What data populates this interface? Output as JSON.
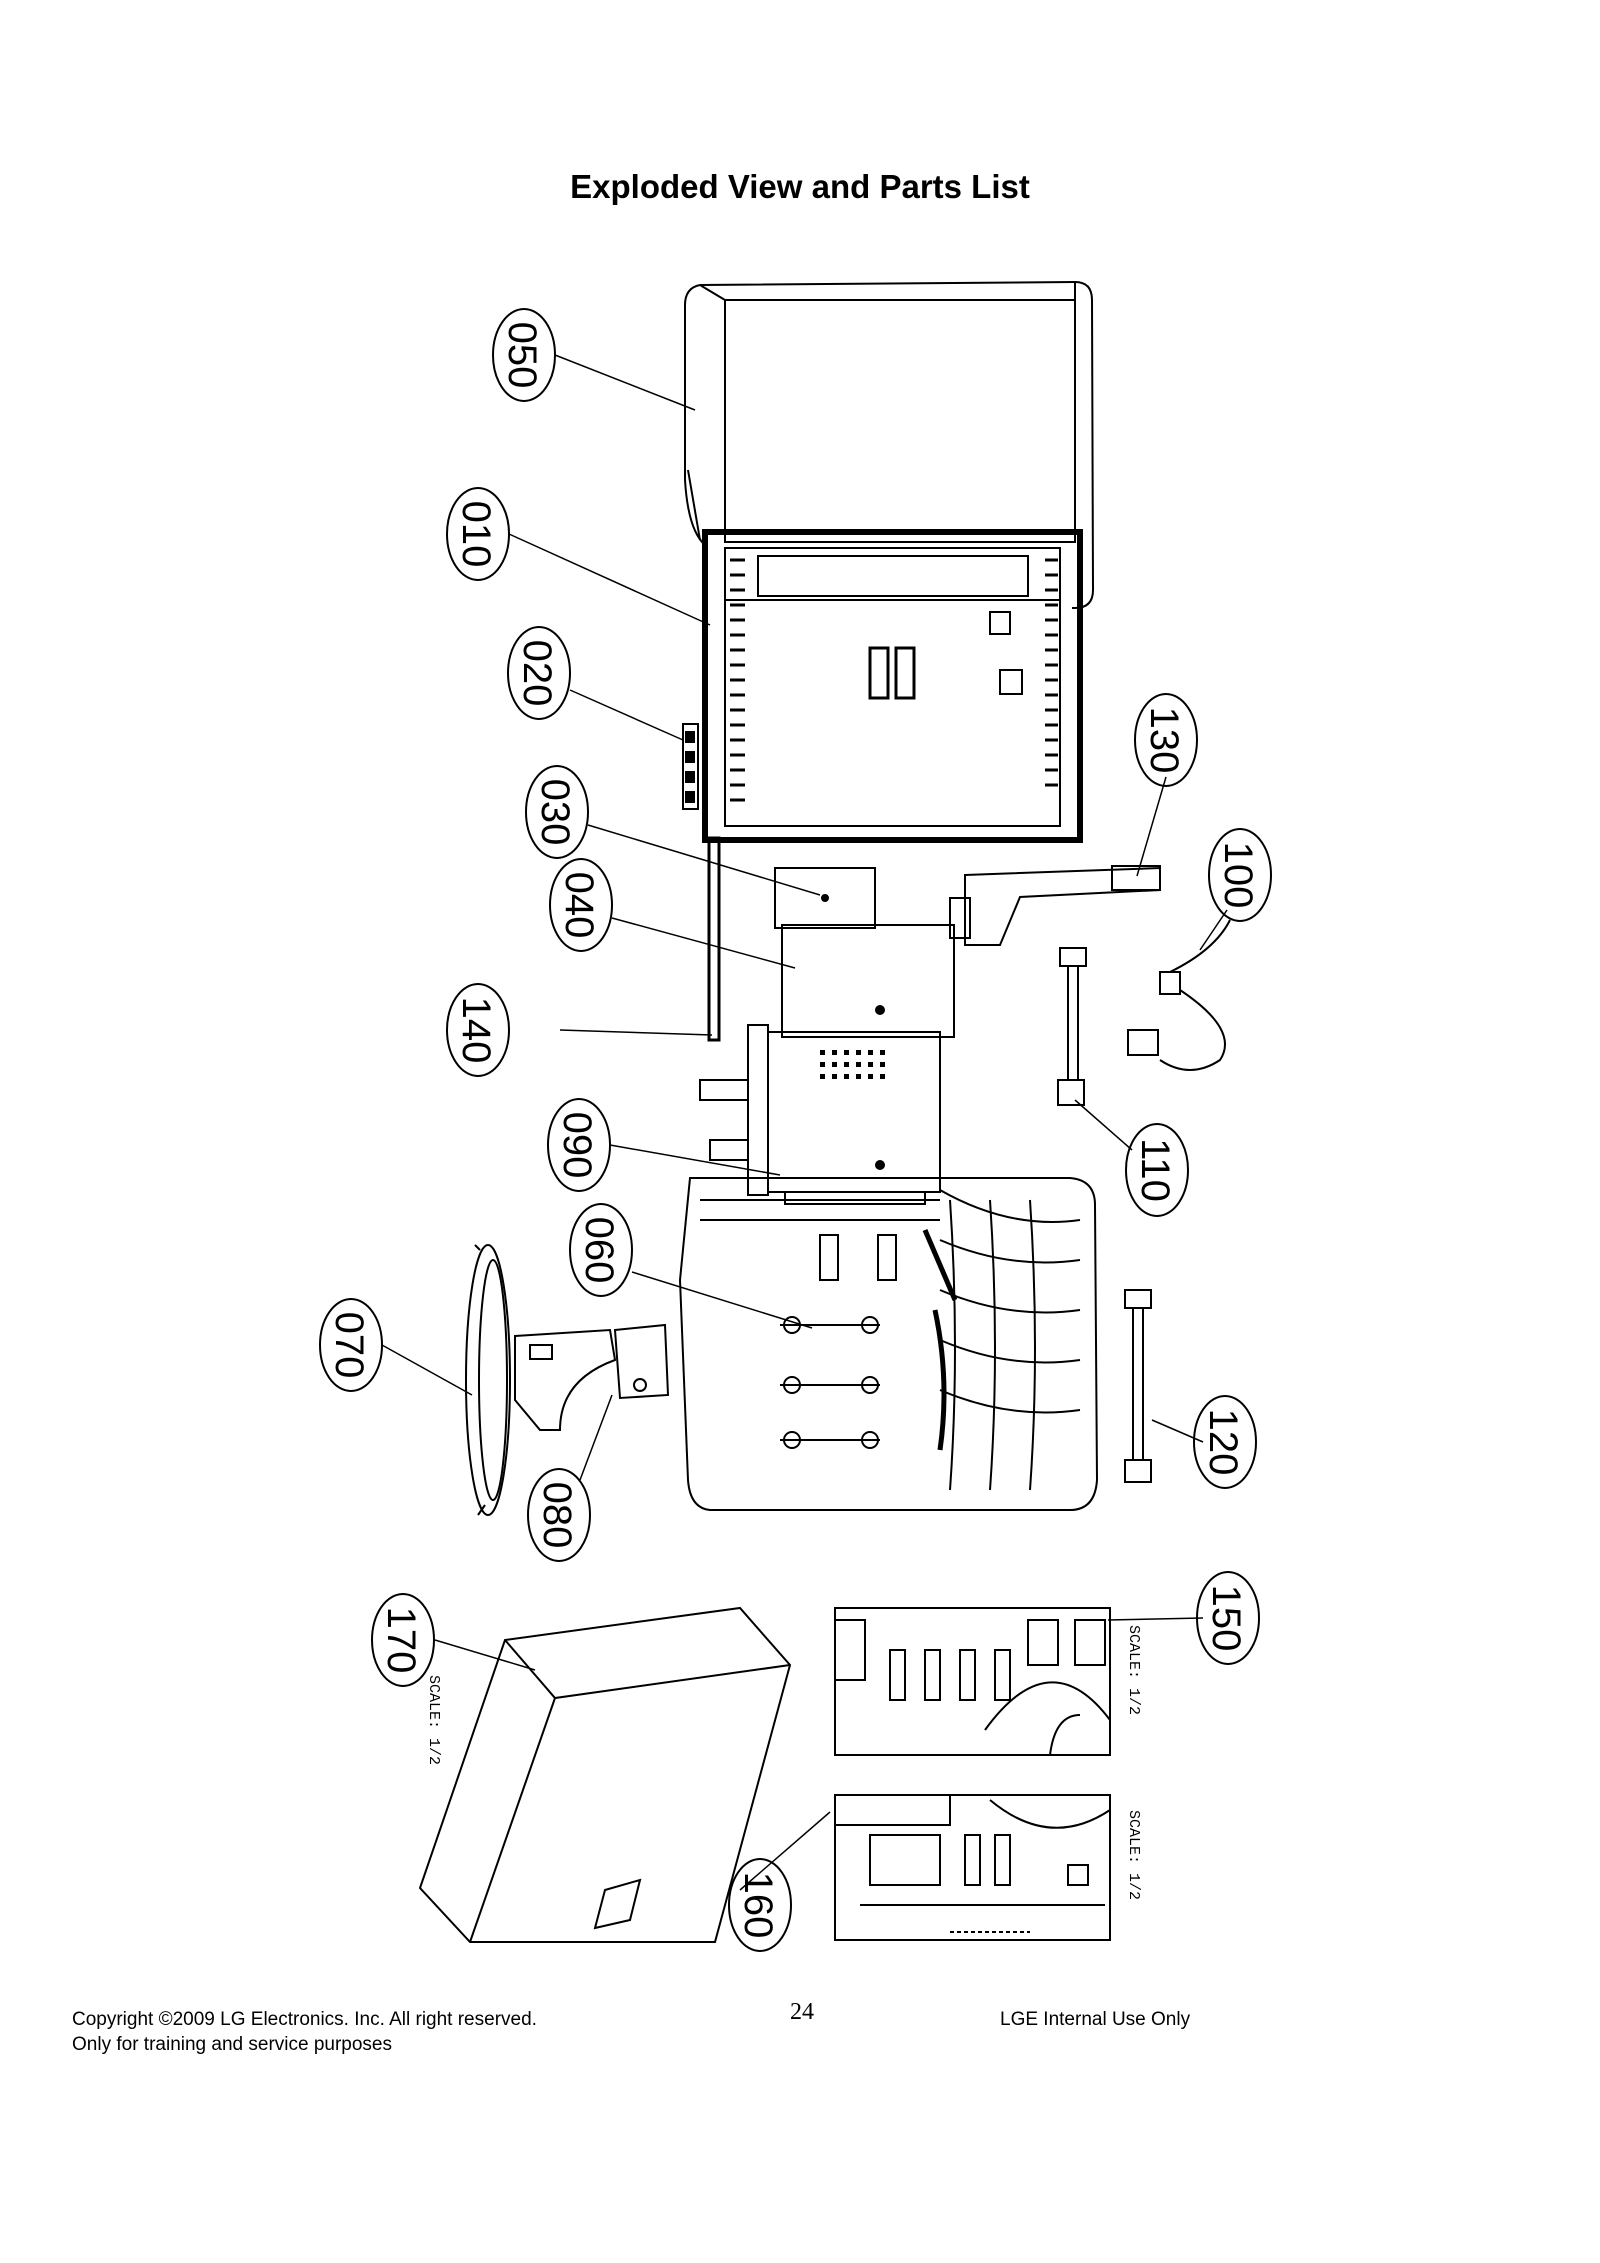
{
  "page": {
    "title": "Exploded View and Parts List",
    "footer": {
      "copyright": "Copyright ©2009 LG Electronics. Inc. All right reserved.",
      "purpose": "Only for training and service purposes",
      "page_number": "24",
      "classification": "LGE Internal Use Only"
    }
  },
  "callouts": [
    {
      "id": "050",
      "label": "050"
    },
    {
      "id": "010",
      "label": "010"
    },
    {
      "id": "020",
      "label": "020"
    },
    {
      "id": "030",
      "label": "030"
    },
    {
      "id": "040",
      "label": "040"
    },
    {
      "id": "140",
      "label": "140"
    },
    {
      "id": "090",
      "label": "090"
    },
    {
      "id": "060",
      "label": "060"
    },
    {
      "id": "070",
      "label": "070"
    },
    {
      "id": "080",
      "label": "080"
    },
    {
      "id": "130",
      "label": "130"
    },
    {
      "id": "100",
      "label": "100"
    },
    {
      "id": "110",
      "label": "110"
    },
    {
      "id": "120",
      "label": "120"
    },
    {
      "id": "150",
      "label": "150"
    },
    {
      "id": "160",
      "label": "160"
    },
    {
      "id": "170",
      "label": "170"
    }
  ],
  "scale_notes": {
    "packing_box": "SCALE: 1/2",
    "cushion_top": "SCALE: 1/2",
    "cushion_bottom": "SCALE: 1/2"
  }
}
